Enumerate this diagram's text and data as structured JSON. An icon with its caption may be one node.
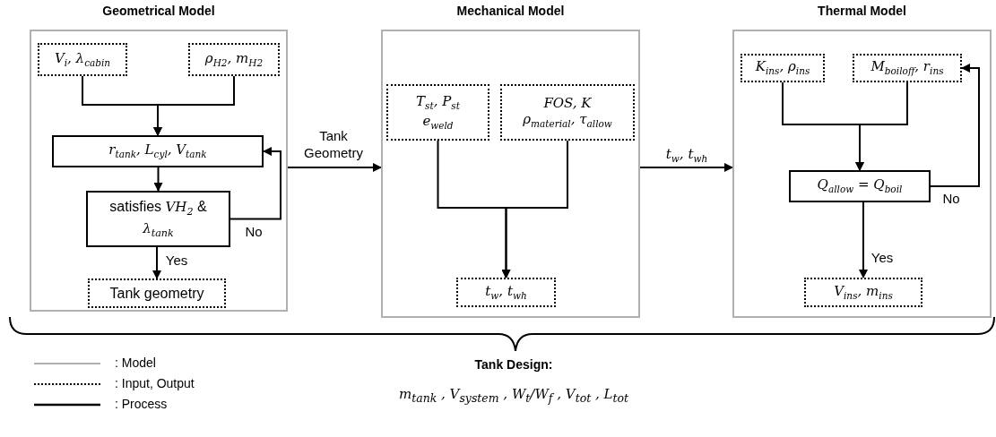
{
  "diagram": {
    "nodes": [
      {
        "text": [
          "Geometrical Model"
        ]
      },
      {
        "text": [
          "V$_{i}$, λ$_{cabin}$"
        ],
        "in": 0
      },
      {
        "text": [
          "ρ$_{H2}$, m$_{H2}$"
        ],
        "in": 0
      },
      {
        "text": [
          "r$_{tank}$, L$_{cyl}$, V$_{tank}$"
        ],
        "in": 0
      },
      {
        "text": [
          "satisfies *VH*$_{2}$ & *λ*$_{tank}$"
        ],
        "in": 0
      },
      {
        "text": [
          "Tank geometry"
        ],
        "in": 0
      },
      {
        "text": [
          "Mechanical Model"
        ]
      },
      {
        "text": [
          "T$_{st}$, P$_{st}$ e$_{weld}$"
        ],
        "in": 6
      },
      {
        "text": [
          "FOS, K ρ$_{material}$, τ$_{allow}$"
        ],
        "in": 6
      },
      {
        "text": [
          "t$_{w}$, t$_{wh}$"
        ],
        "in": 6
      },
      {
        "text": [
          "Thermal Model"
        ]
      },
      {
        "text": [
          "K$_{ins}$, ρ$_{ins}$"
        ],
        "in": 10
      },
      {
        "text": [
          "M$_{boiloff}$, r$_{ins}$"
        ],
        "in": 10
      },
      {
        "text": [
          "Q$_{allow}$ = Q$_{boil}$"
        ],
        "in": 10
      },
      {
        "text": [
          "V$_{ins}$, m$_{ins}$"
        ],
        "in": 10
      }
    ],
    "edges": [
      {
        "from": 1,
        "to": 3,
        "arrow": "to"
      },
      {
        "from": 2,
        "to": 3,
        "arrow": "to"
      },
      {
        "from": 3,
        "to": 4,
        "arrow": "to"
      },
      {
        "from": 4,
        "to": 3,
        "arrow": "to",
        "label": "No"
      },
      {
        "from": 4,
        "to": 5,
        "arrow": "to",
        "label": "Yes"
      },
      {
        "from": 0,
        "to": 6,
        "arrow": "to",
        "label": "Tank Geometry"
      },
      {
        "from": 7,
        "to": 9,
        "arrow": "to"
      },
      {
        "from": 8,
        "to": 9,
        "arrow": "to"
      },
      {
        "from": 6,
        "to": 10,
        "arrow": "to",
        "label": "t$_{w}$, t$_{wh}$"
      },
      {
        "from": 11,
        "to": 13,
        "arrow": "to"
      },
      {
        "from": 12,
        "to": 13,
        "arrow": "to"
      },
      {
        "from": 13,
        "to": 12,
        "arrow": "to",
        "label": "No"
      },
      {
        "from": 13,
        "to": 14,
        "arrow": "to",
        "label": "Yes"
      }
    ],
    "labels": [
      "Tank Design:",
      "m$_{tank}$ , V$_{system}$ , W$_{t}$/W$_{f}$ , V$_{tot}$ , L$_{tot}$"
    ],
    "legend": [
      {
        "text": ": Model"
      },
      {
        "text": ": Input, Output"
      },
      {
        "text": ": Process"
      }
    ]
  }
}
